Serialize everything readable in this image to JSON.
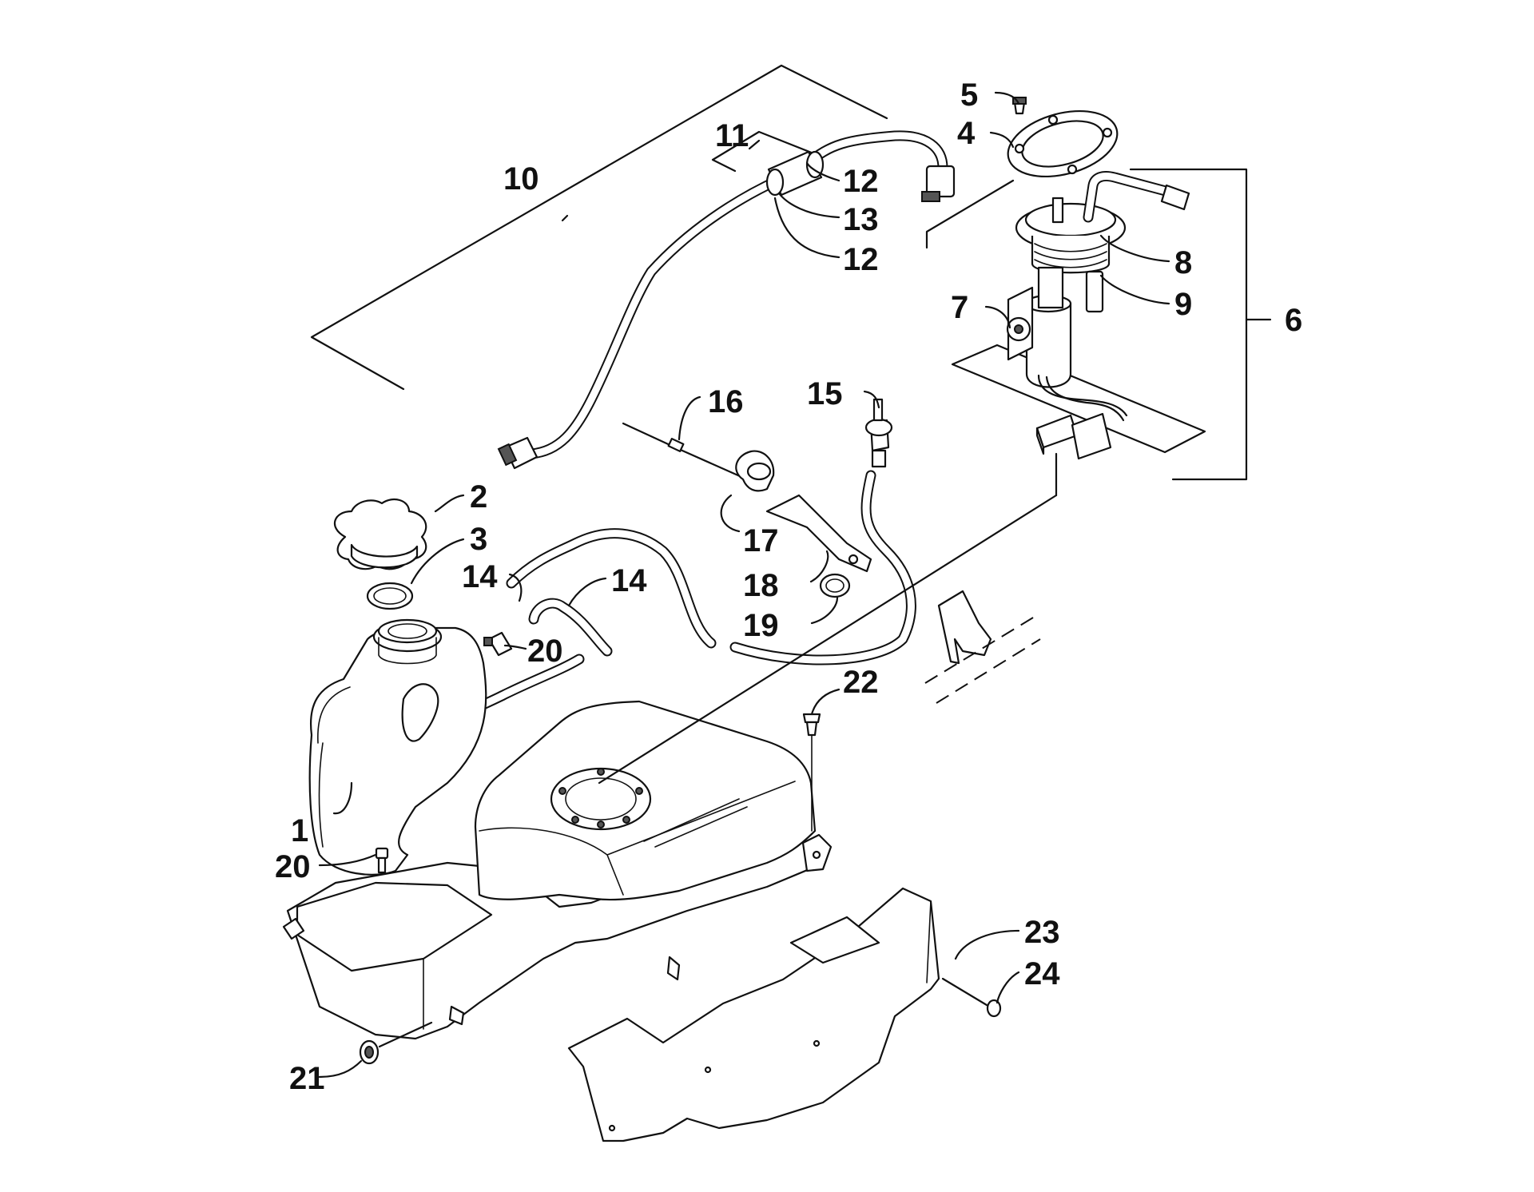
{
  "callouts": {
    "c1": "1",
    "c2": "2",
    "c3": "3",
    "c4": "4",
    "c5": "5",
    "c6": "6",
    "c7": "7",
    "c8": "8",
    "c9": "9",
    "c10": "10",
    "c11": "11",
    "c12a": "12",
    "c13": "13",
    "c12b": "12",
    "c14a": "14",
    "c14b": "14",
    "c15": "15",
    "c16": "16",
    "c17": "17",
    "c18": "18",
    "c19": "19",
    "c20a": "20",
    "c20b": "20",
    "c21": "21",
    "c22": "22",
    "c23": "23",
    "c24": "24"
  },
  "colors": {
    "line": "#111111",
    "background": "#ffffff",
    "shade": "#555555"
  }
}
